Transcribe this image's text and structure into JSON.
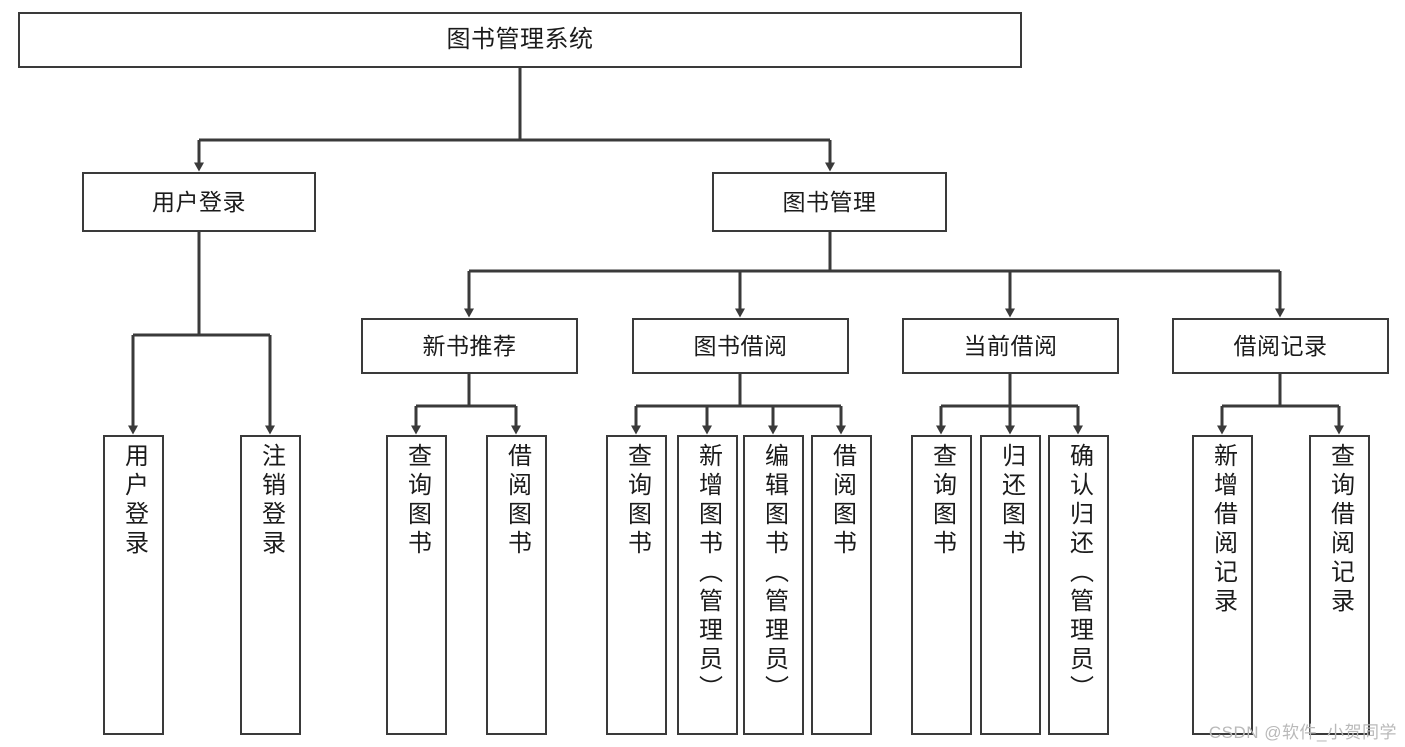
{
  "diagram": {
    "title": "图书管理系统",
    "root": {
      "id": "root",
      "label": "图书管理系统"
    },
    "level2": [
      {
        "id": "user-login",
        "label": "用户登录"
      },
      {
        "id": "book-manage",
        "label": "图书管理"
      }
    ],
    "level3": [
      {
        "id": "new-book-rec",
        "label": "新书推荐"
      },
      {
        "id": "book-borrow",
        "label": "图书借阅"
      },
      {
        "id": "current-borrow",
        "label": "当前借阅"
      },
      {
        "id": "borrow-record",
        "label": "借阅记录"
      }
    ],
    "leaves": {
      "user_login": [
        {
          "id": "leaf-user-login",
          "label": "用户登录"
        },
        {
          "id": "leaf-logout",
          "label": "注销登录"
        }
      ],
      "new_book_rec": [
        {
          "id": "leaf-query-book-1",
          "label": "查询图书"
        },
        {
          "id": "leaf-borrow-book-1",
          "label": "借阅图书"
        }
      ],
      "book_borrow": [
        {
          "id": "leaf-query-book-2",
          "label": "查询图书"
        },
        {
          "id": "leaf-add-book",
          "label": "新增图书（管理员）"
        },
        {
          "id": "leaf-edit-book",
          "label": "编辑图书（管理员）"
        },
        {
          "id": "leaf-borrow-book-2",
          "label": "借阅图书"
        }
      ],
      "current_borrow": [
        {
          "id": "leaf-query-book-3",
          "label": "查询图书"
        },
        {
          "id": "leaf-return-book",
          "label": "归还图书"
        },
        {
          "id": "leaf-confirm-return",
          "label": "确认归还（管理员）"
        }
      ],
      "borrow_record": [
        {
          "id": "leaf-add-record",
          "label": "新增借阅记录"
        },
        {
          "id": "leaf-query-record",
          "label": "查询借阅记录"
        }
      ]
    }
  },
  "watermark": {
    "text": "CSDN @软件_小贺同学"
  },
  "colors": {
    "stroke": "#3a3a3a",
    "background": "#ffffff",
    "text": "#1b1b1b",
    "watermark": "#b9b9b9"
  }
}
